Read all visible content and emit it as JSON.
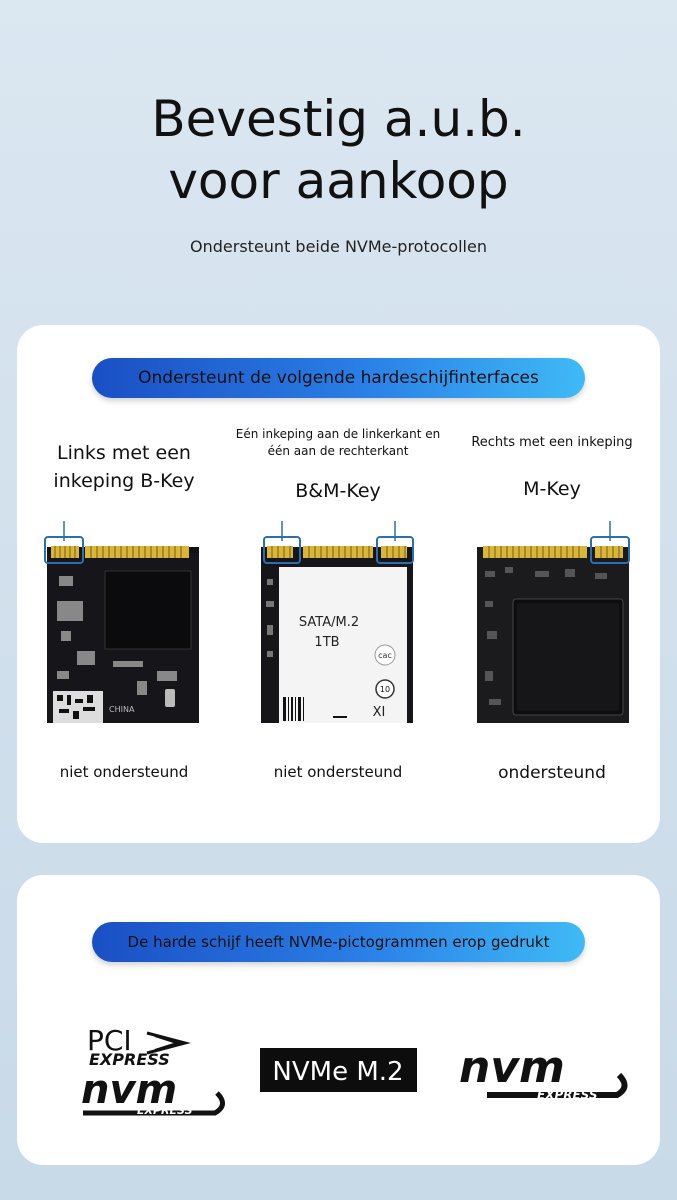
{
  "header": {
    "title_line1": "Bevestig a.u.b.",
    "title_line2": "voor aankoop",
    "subtitle": "Ondersteunt beide NVMe-protocollen"
  },
  "interfaces_card": {
    "banner": "Ondersteunt de volgende hardeschijfinterfaces",
    "items": [
      {
        "description_line1": "Links met een",
        "description_line2": "inkeping B-Key",
        "status": "niet ondersteund"
      },
      {
        "description_line1": "Eén inkeping aan de linkerkant en",
        "description_line2": "één aan de rechterkant",
        "key": "B&M-Key",
        "status": "niet ondersteund",
        "chip_text1": "SATA/M.2",
        "chip_text2": "1TB",
        "chip_mark1": "cac",
        "chip_mark2": "10",
        "chip_mark3": "XI"
      },
      {
        "description": "Rechts met een inkeping",
        "key": "M-Key",
        "status": "ondersteund"
      }
    ],
    "b_key_board_text": "CHINA"
  },
  "nvme_card": {
    "banner": "De harde schijf heeft NVMe-pictogrammen erop gedrukt",
    "logo1_line1": "PCI",
    "logo1_line2": "EXPRESS",
    "logo1_line3": "nvm",
    "logo1_line4": "EXPRESS",
    "logo2": "NVMe M.2",
    "logo3_line1": "nvm",
    "logo3_line2": "EXPRESS"
  },
  "colors": {
    "banner_gradient": [
      "#1a4fc4",
      "#3fbaf6"
    ],
    "background": "#d3e2ee",
    "highlight_box": "#2a6fb0",
    "gold": "#d9b53a"
  }
}
